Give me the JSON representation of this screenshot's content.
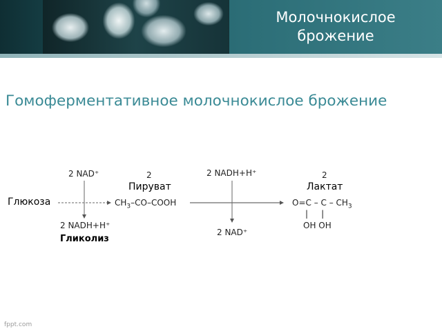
{
  "header": {
    "title_line1": "Молочнокислое",
    "title_line2": "брожение"
  },
  "heading": "Гомоферментативное молочнокислое брожение",
  "scheme": {
    "glucose": "Глюкоза",
    "nad_top": "2 NAD⁺",
    "nadh_bottom": "2 NADH+H⁺",
    "glycolysis": "Гликолиз",
    "pyruvate_count": "2",
    "pyruvate": "Пируват",
    "pyruvate_formula_a": "CH",
    "pyruvate_formula_sub": "3",
    "pyruvate_formula_b": "–CO–COOH",
    "nadh_top": "2 NADH+H⁺",
    "nad_bottom": "2 NAD⁺",
    "lactate_count": "2",
    "lactate": "Лактат",
    "lactate_formula_a": "O=C – C – CH",
    "lactate_formula_sub": "3",
    "lactate_bars": "|     |",
    "lactate_oh": "OH OH"
  },
  "footer": {
    "logo": "fppt.com"
  }
}
